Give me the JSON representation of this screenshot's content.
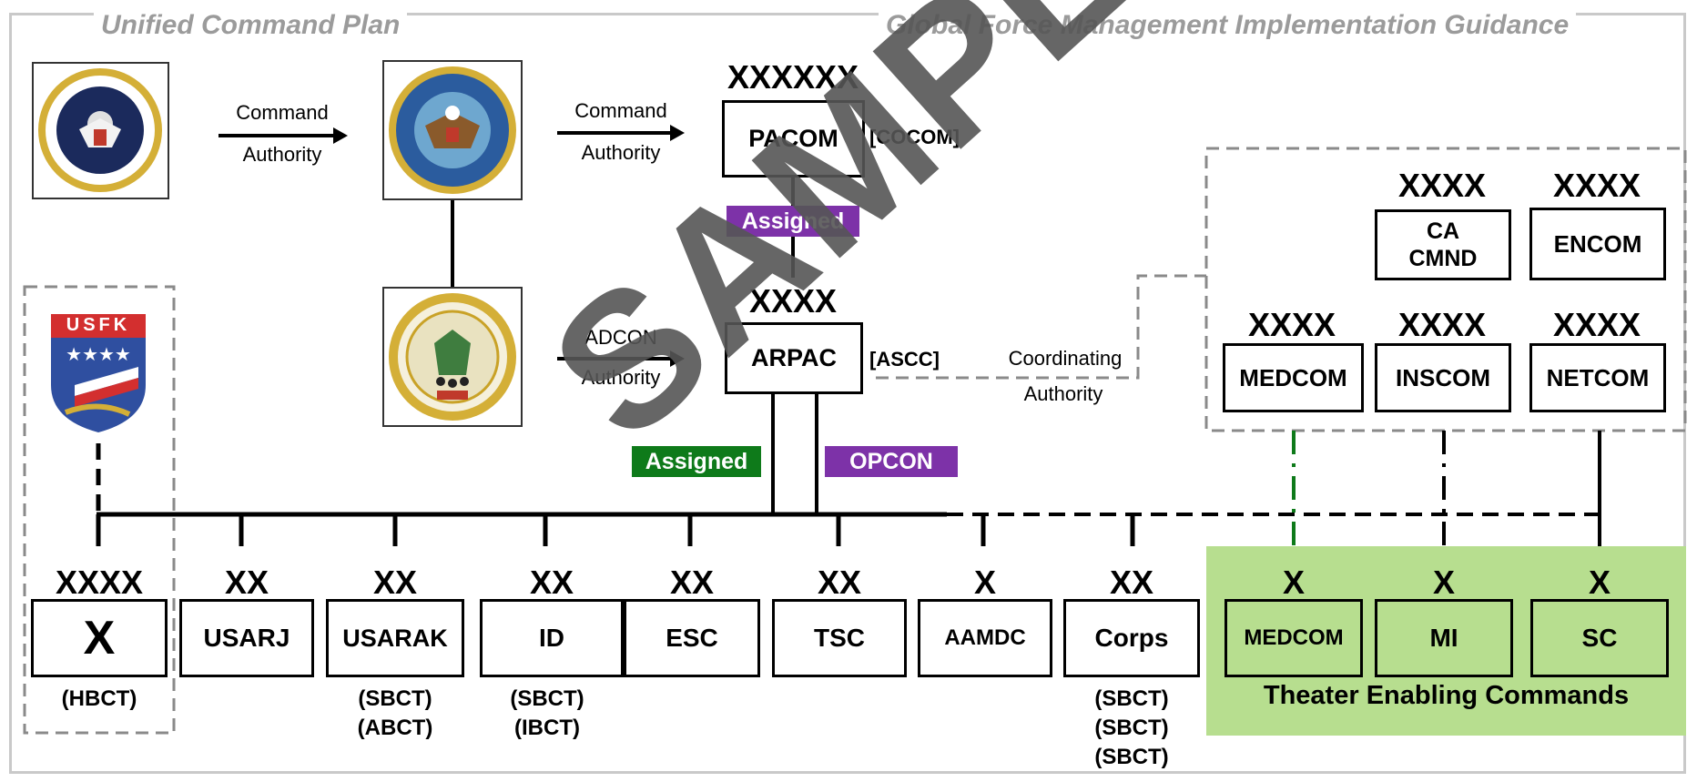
{
  "headers": {
    "left": "Unified Command Plan",
    "right": "Global Force Management Implementation Guidance"
  },
  "seals": {
    "president": "seal-of-the-president-icon",
    "dod": "department-of-defense-seal-icon",
    "army": "department-of-the-army-seal-icon",
    "usfk": {
      "text": "USFK",
      "stars": "★★★★"
    }
  },
  "arrows": {
    "potus_to_dod": [
      "Command",
      "Authority"
    ],
    "dod_to_pacom": [
      "Command",
      "Authority"
    ],
    "army_to_arpac": [
      "ADCON",
      "Authority"
    ],
    "coordinating": [
      "Coordinating",
      "Authority"
    ]
  },
  "top": {
    "pacom": {
      "echelon": "XXXXXX",
      "name": "PACOM",
      "note": "[COCOM]"
    },
    "arpac": {
      "echelon": "XXXX",
      "name": "ARPAC",
      "note": "[ASCC]"
    }
  },
  "tags": {
    "assigned_top": "Assigned",
    "assigned_bottom": "Assigned",
    "opcon": "OPCON"
  },
  "enablers_top": [
    {
      "echelon": "XXXX",
      "name_lines": [
        "CA",
        "CMND"
      ]
    },
    {
      "echelon": "XXXX",
      "name_lines": [
        "ENCOM"
      ]
    },
    {
      "echelon": "XXXX",
      "name_lines": [
        "MEDCOM"
      ]
    },
    {
      "echelon": "XXXX",
      "name_lines": [
        "INSCOM"
      ]
    },
    {
      "echelon": "XXXX",
      "name_lines": [
        "NETCOM"
      ]
    }
  ],
  "units": [
    {
      "echelon": "XXXX",
      "name": "X",
      "sub": [
        "(HBCT)"
      ]
    },
    {
      "echelon": "XX",
      "name": "USARJ",
      "sub": []
    },
    {
      "echelon": "XX",
      "name": "USARAK",
      "sub": [
        "(SBCT)",
        "(ABCT)"
      ]
    },
    {
      "echelon": "XX",
      "name": "ID",
      "sub": [
        "(SBCT)",
        "(IBCT)"
      ]
    },
    {
      "echelon": "XX",
      "name": "ESC",
      "sub": []
    },
    {
      "echelon": "XX",
      "name": "TSC",
      "sub": []
    },
    {
      "echelon": "X",
      "name": "AAMDC",
      "sub": []
    },
    {
      "echelon": "XX",
      "name": "Corps",
      "sub": [
        "(SBCT)",
        "(SBCT)",
        "(SBCT)"
      ]
    },
    {
      "echelon": "X",
      "name": "MEDCOM",
      "sub": []
    },
    {
      "echelon": "X",
      "name": "MI",
      "sub": []
    },
    {
      "echelon": "X",
      "name": "SC",
      "sub": []
    }
  ],
  "tec_label": "Theater Enabling Commands",
  "watermark": "SAMPLE",
  "colors": {
    "assigned_purple": "#7d32a8",
    "assigned_green": "#0e7a1a",
    "tec_green": "#b7de8f",
    "frame_gray": "#c9c9c9",
    "dash_gray": "#8a8a8a"
  }
}
